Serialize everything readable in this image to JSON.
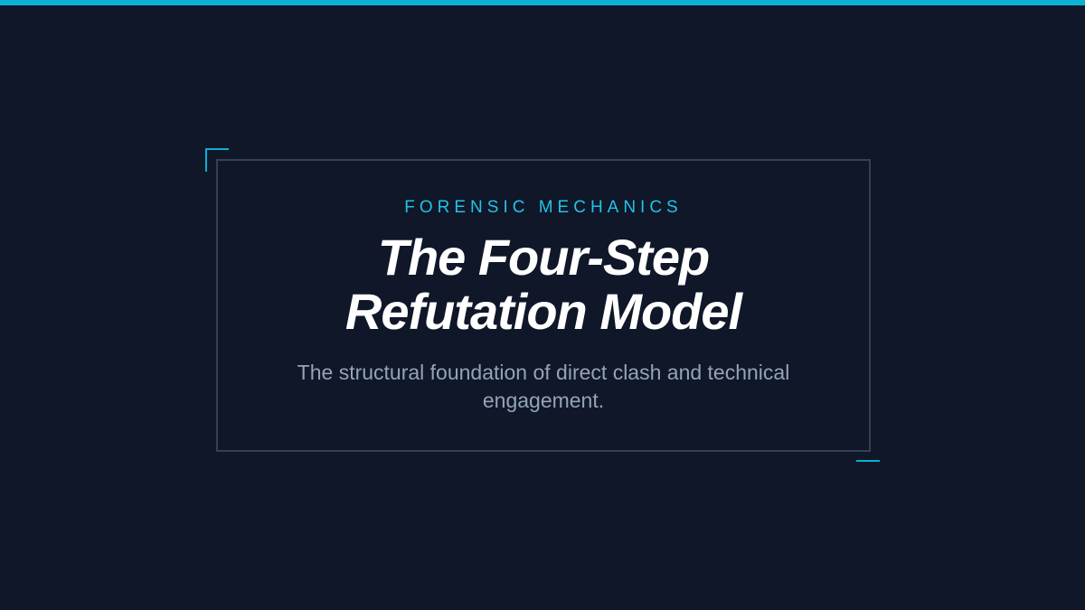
{
  "slide": {
    "kicker": "FORENSIC MECHANICS",
    "title_line1": "The Four-Step",
    "title_line2": "Refutation Model",
    "subtitle": "The structural foundation of direct clash and technical engagement."
  },
  "colors": {
    "background": "#0f1729",
    "accent": "#0eb0d2",
    "frame": "#334155"
  }
}
